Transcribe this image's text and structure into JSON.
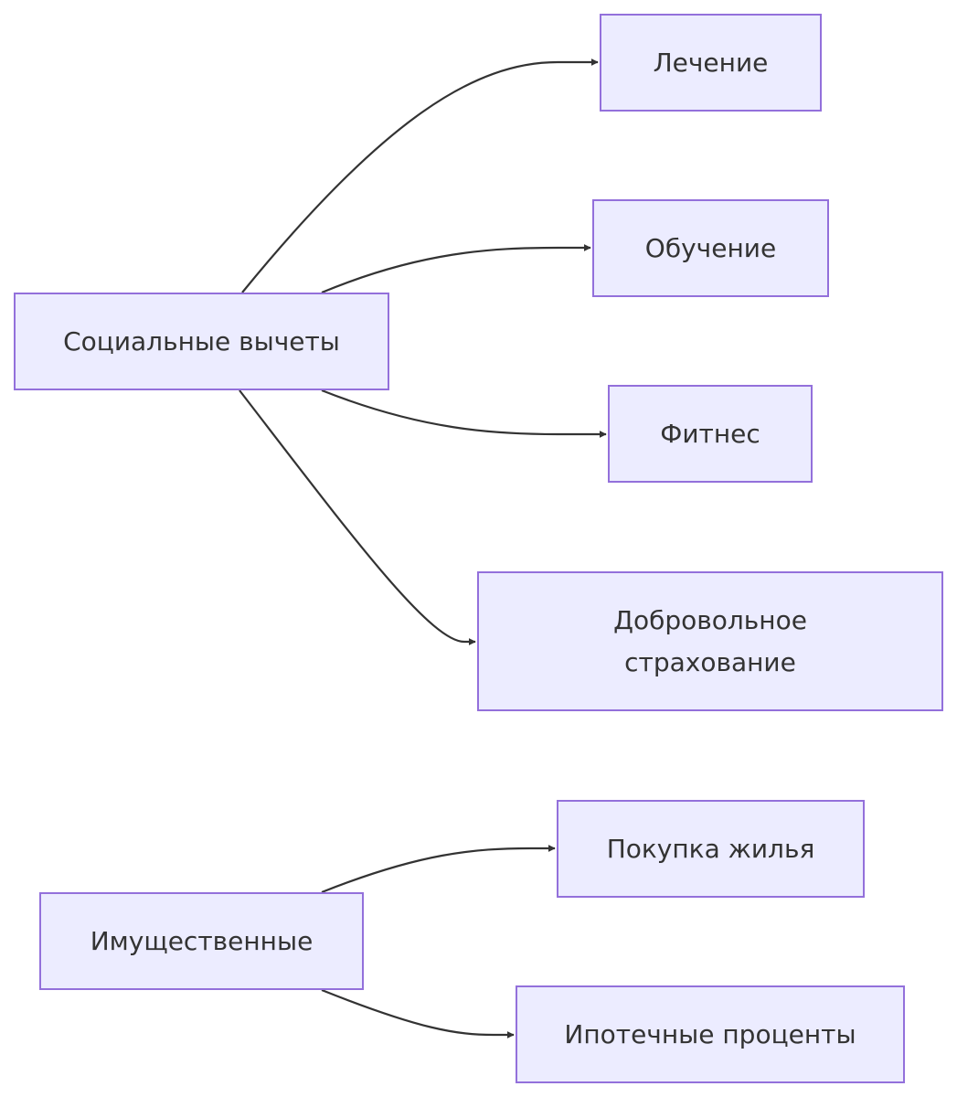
{
  "nodes": {
    "social": "Социальные вычеты",
    "treatment": "Лечение",
    "education": "Обучение",
    "fitness": "Фитнес",
    "insurance": "Добровольное страхование",
    "property": "Имущественные",
    "housing": "Покупка жилья",
    "mortgage": "Ипотечные проценты"
  },
  "edges": [
    {
      "from": "social",
      "to": "treatment"
    },
    {
      "from": "social",
      "to": "education"
    },
    {
      "from": "social",
      "to": "fitness"
    },
    {
      "from": "social",
      "to": "insurance"
    },
    {
      "from": "property",
      "to": "housing"
    },
    {
      "from": "property",
      "to": "mortgage"
    }
  ],
  "colors": {
    "node_fill": "#ececff",
    "node_border": "#9370db",
    "edge": "#333333",
    "text": "#333333"
  }
}
